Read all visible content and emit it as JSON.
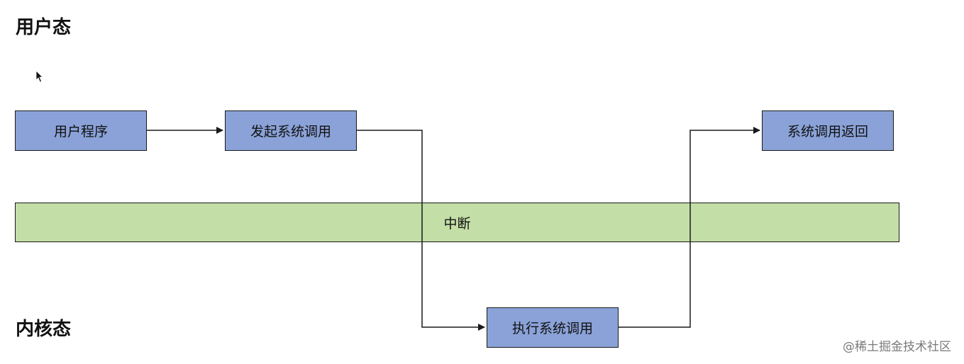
{
  "labels": {
    "user_mode": "用户态",
    "kernel_mode": "内核态"
  },
  "boxes": {
    "user_program": "用户程序",
    "initiate_syscall": "发起系统调用",
    "syscall_return": "系统调用返回",
    "execute_syscall": "执行系统调用"
  },
  "band": {
    "interrupt": "中断"
  },
  "watermark": "@稀土掘金技术社区",
  "colors": {
    "box_fill": "#8aa2d8",
    "band_fill": "#c3dea6",
    "stroke": "#1a1a1a"
  }
}
